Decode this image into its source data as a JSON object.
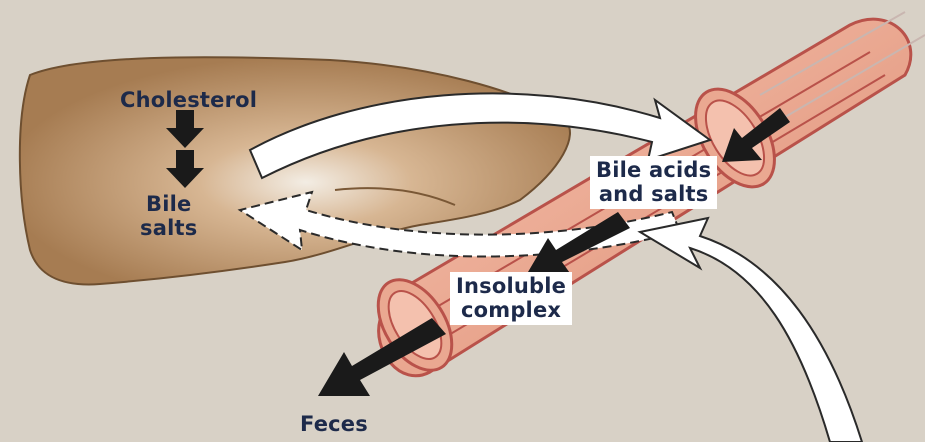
{
  "labels": {
    "cholesterol": "Cholesterol",
    "bile_salts_line1": "Bile",
    "bile_salts_line2": "salts",
    "bile_acids_line1": "Bile acids",
    "bile_acids_line2": "and salts",
    "insoluble_line1": "Insoluble",
    "insoluble_line2": "complex",
    "feces": "Feces"
  },
  "colors": {
    "background": "#d8d1c6",
    "liver": "#a67c52",
    "intestine": "#e8a58f",
    "intestine_edge": "#b9524a",
    "arrow_dark": "#1a1a1a",
    "arrow_light": "#ffffff",
    "label_text": "#1d2a4a"
  }
}
